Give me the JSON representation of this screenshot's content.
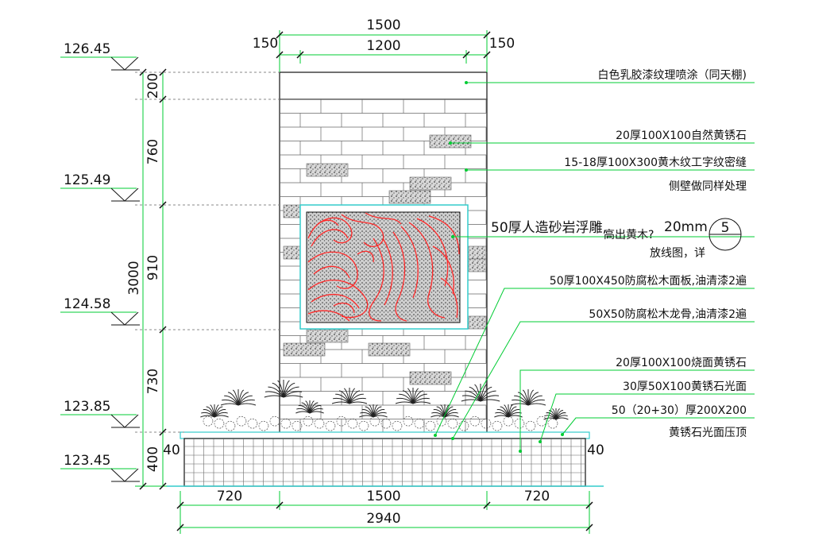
{
  "dimensions": {
    "top_total": "1500",
    "top_left": "150",
    "top_inner": "1200",
    "top_right": "150",
    "bottom_left": "720",
    "bottom_mid": "1500",
    "bottom_right": "720",
    "bottom_total": "2940",
    "side_40_left": "40",
    "side_40_right": "40",
    "v_200": "200",
    "v_760": "760",
    "v_910": "910",
    "v_730": "730",
    "v_400": "400",
    "v_3000": "3000"
  },
  "elevations": [
    "126.45",
    "125.49",
    "124.58",
    "123.85",
    "123.45"
  ],
  "annotations": {
    "a1": "白色乳胶漆纹理喷涂（同天棚)",
    "a2": "20厚100X100自然黄锈石",
    "a3": "15-18厚100X300黄木纹工字纹密缝",
    "a3b": "侧壁做同样处理",
    "a4": "50厚人造砂岩浮雕,",
    "a4b": "高出黄木?",
    "a4c": "20mm",
    "a4d": "5",
    "a4e": "放线图，详",
    "a5": "50厚100X450防腐松木面板,油清漆2遍",
    "a6": "50X50防腐松木龙骨,油清漆2遍",
    "a7": "20厚100X100烧面黄锈石",
    "a8": "30厚50X100黄锈石光面",
    "a9": "50（20+30）厚200X200",
    "a9b": "黄锈石光面压顶"
  },
  "colors": {
    "line": "#111111",
    "dim_green": "#00cc33",
    "relief_red": "#ff2a2a",
    "frame_cyan": "#33cccc",
    "stone_grey": "#999999"
  }
}
